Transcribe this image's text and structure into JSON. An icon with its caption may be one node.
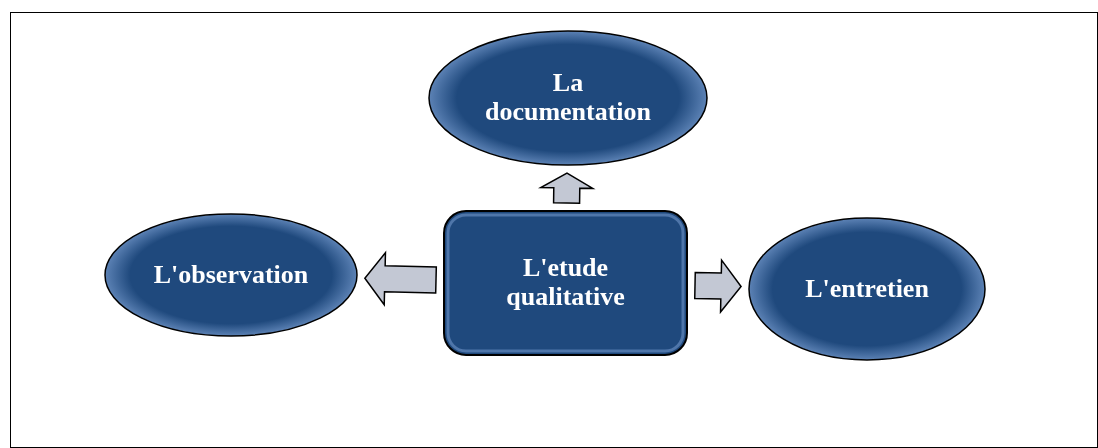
{
  "diagram": {
    "nodes": [
      {
        "text": [
          "La documentation"
        ]
      },
      {
        "text": [
          "L'observation"
        ]
      },
      {
        "text": [
          "L'etude qualitative"
        ]
      },
      {
        "text": [
          "L'entretien"
        ]
      }
    ],
    "edges": [
      {
        "from": 2,
        "to": 0,
        "arrow": "to"
      },
      {
        "from": 2,
        "to": 1,
        "arrow": "to"
      },
      {
        "from": 2,
        "to": 3,
        "arrow": "to"
      }
    ]
  }
}
